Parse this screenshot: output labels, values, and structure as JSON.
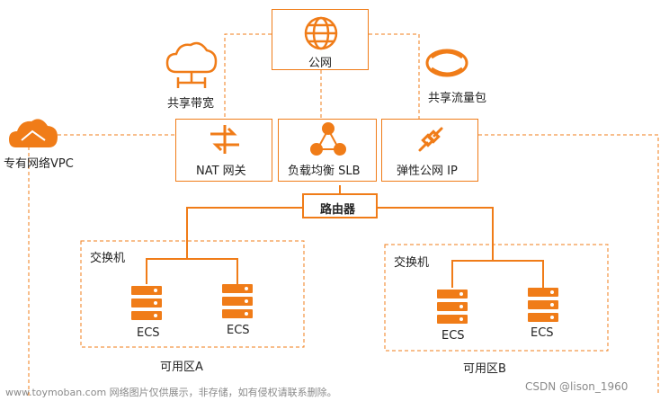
{
  "diagram": {
    "internet_label": "公网",
    "shared_bandwidth_label": "共享带宽",
    "shared_traffic_label": "共享流量包",
    "vpc_label": "专有网络VPC",
    "nat_label": "NAT 网关",
    "slb_label": "负载均衡 SLB",
    "eip_label": "弹性公网 IP",
    "router_label": "路由器",
    "zone_a": {
      "switch_label": "交换机",
      "ecs1": "ECS",
      "ecs2": "ECS",
      "zone_label": "可用区A"
    },
    "zone_b": {
      "switch_label": "交换机",
      "ecs1": "ECS",
      "ecs2": "ECS",
      "zone_label": "可用区B"
    }
  },
  "watermark": {
    "left": "www.toymoban.com 网络图片仅供展示，非存储，如有侵权请联系删除。",
    "right": "CSDN @lison_1960"
  },
  "colors": {
    "accent": "#f07c18",
    "text": "#222222"
  },
  "icons": {
    "internet": "globe-icon",
    "shared_bandwidth": "cloud-network-icon",
    "shared_traffic": "eye-traffic-icon",
    "vpc": "cloud-vpc-icon",
    "nat": "nat-gateway-icon",
    "slb": "load-balancer-icon",
    "eip": "elastic-ip-icon",
    "server": "server-rack-icon"
  }
}
